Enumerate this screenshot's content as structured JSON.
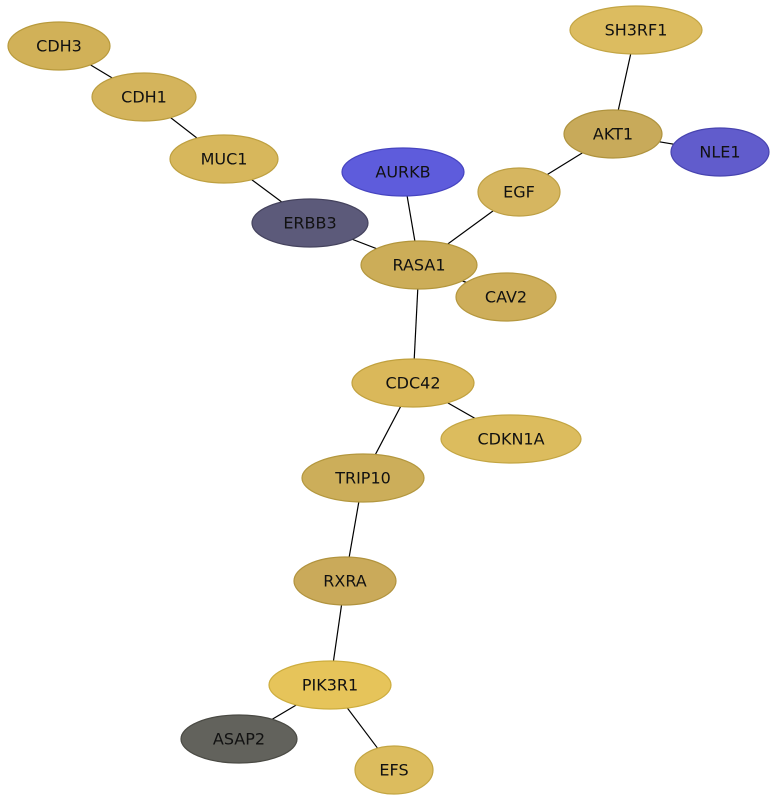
{
  "nodes": [
    {
      "id": "CDH3",
      "label": "CDH3",
      "fill": "#d1b158",
      "stroke": "#b89a3c"
    },
    {
      "id": "CDH1",
      "label": "CDH1",
      "fill": "#d4b45c",
      "stroke": "#bb9d40"
    },
    {
      "id": "MUC1",
      "label": "MUC1",
      "fill": "#d7b75c",
      "stroke": "#bea040"
    },
    {
      "id": "ERBB3",
      "label": "ERBB3",
      "fill": "#5c5a7a",
      "stroke": "#45435e"
    },
    {
      "id": "AURKB",
      "label": "AURKB",
      "fill": "#5e5cdc",
      "stroke": "#4644c0"
    },
    {
      "id": "RASA1",
      "label": "RASA1",
      "fill": "#ccad58",
      "stroke": "#b3963c"
    },
    {
      "id": "EGF",
      "label": "EGF",
      "fill": "#d6b660",
      "stroke": "#bd9f44"
    },
    {
      "id": "CAV2",
      "label": "CAV2",
      "fill": "#ceae5a",
      "stroke": "#b5973e"
    },
    {
      "id": "AKT1",
      "label": "AKT1",
      "fill": "#c8aa5a",
      "stroke": "#af933e"
    },
    {
      "id": "SH3RF1",
      "label": "SH3RF1",
      "fill": "#dcbc60",
      "stroke": "#c3a544"
    },
    {
      "id": "NLE1",
      "label": "NLE1",
      "fill": "#615ccc",
      "stroke": "#4844b0"
    },
    {
      "id": "CDC42",
      "label": "CDC42",
      "fill": "#dab85a",
      "stroke": "#c1a13e"
    },
    {
      "id": "CDKN1A",
      "label": "CDKN1A",
      "fill": "#dcbc5e",
      "stroke": "#c3a542"
    },
    {
      "id": "TRIP10",
      "label": "TRIP10",
      "fill": "#ccae5a",
      "stroke": "#b3973e"
    },
    {
      "id": "RXRA",
      "label": "RXRA",
      "fill": "#caaa5a",
      "stroke": "#b1933e"
    },
    {
      "id": "PIK3R1",
      "label": "PIK3R1",
      "fill": "#e6c45a",
      "stroke": "#cdad3e"
    },
    {
      "id": "ASAP2",
      "label": "ASAP2",
      "fill": "#62625c",
      "stroke": "#4a4a44"
    },
    {
      "id": "EFS",
      "label": "EFS",
      "fill": "#dcbc5e",
      "stroke": "#c3a542"
    }
  ],
  "edges": [
    [
      "CDH3",
      "CDH1"
    ],
    [
      "CDH1",
      "MUC1"
    ],
    [
      "MUC1",
      "ERBB3"
    ],
    [
      "ERBB3",
      "RASA1"
    ],
    [
      "AURKB",
      "RASA1"
    ],
    [
      "RASA1",
      "EGF"
    ],
    [
      "RASA1",
      "CAV2"
    ],
    [
      "EGF",
      "AKT1"
    ],
    [
      "AKT1",
      "SH3RF1"
    ],
    [
      "AKT1",
      "NLE1"
    ],
    [
      "RASA1",
      "CDC42"
    ],
    [
      "CDC42",
      "CDKN1A"
    ],
    [
      "CDC42",
      "TRIP10"
    ],
    [
      "TRIP10",
      "RXRA"
    ],
    [
      "RXRA",
      "PIK3R1"
    ],
    [
      "PIK3R1",
      "ASAP2"
    ],
    [
      "PIK3R1",
      "EFS"
    ]
  ]
}
